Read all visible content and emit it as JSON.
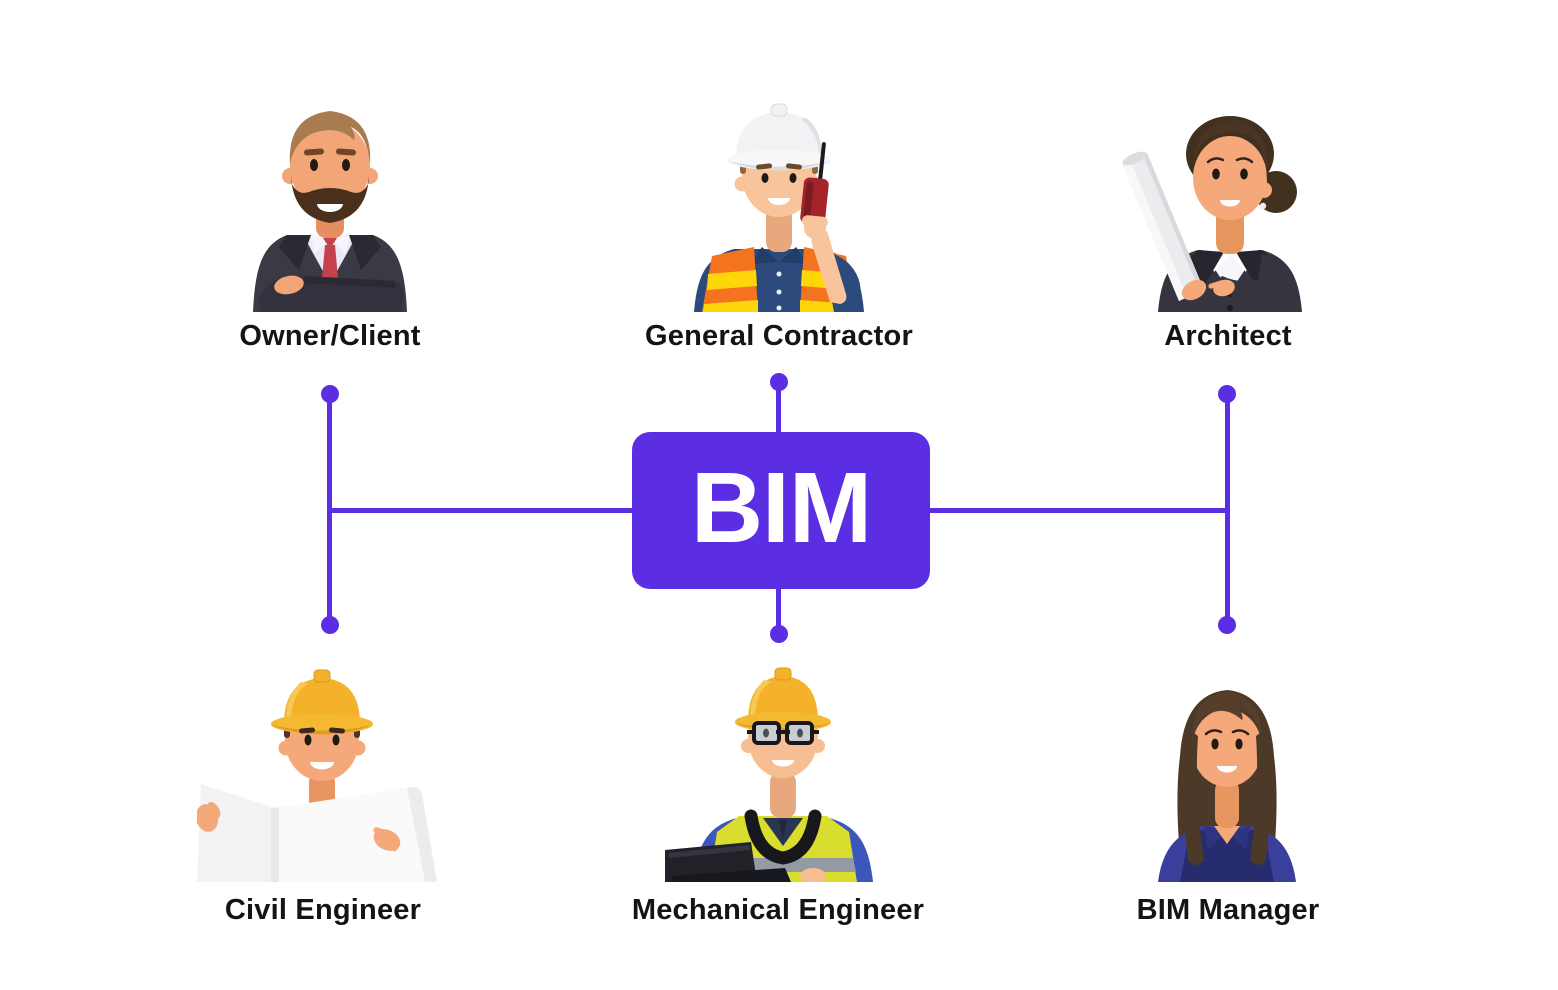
{
  "diagram": {
    "accent_color": "#5C2EE3",
    "center_node": {
      "label": "BIM"
    },
    "nodes": [
      {
        "id": "owner-client",
        "label": "Owner/Client",
        "position": "top-left",
        "illustration": "businessman-arms-crossed"
      },
      {
        "id": "general-contractor",
        "label": "General Contractor",
        "position": "top-center",
        "illustration": "worker-white-hard-hat-walkie-talkie"
      },
      {
        "id": "architect",
        "label": "Architect",
        "position": "top-right",
        "illustration": "businesswoman-with-blueprint-roll"
      },
      {
        "id": "civil-engineer",
        "label": "Civil Engineer",
        "position": "bottom-left",
        "illustration": "engineer-yellow-helmet-open-plan"
      },
      {
        "id": "mechanical-engineer",
        "label": "Mechanical Engineer",
        "position": "bottom-center",
        "illustration": "engineer-hi-vis-vest-glasses-laptop"
      },
      {
        "id": "bim-manager",
        "label": "BIM Manager",
        "position": "bottom-right",
        "illustration": "woman-long-hair-navy-top"
      }
    ]
  }
}
